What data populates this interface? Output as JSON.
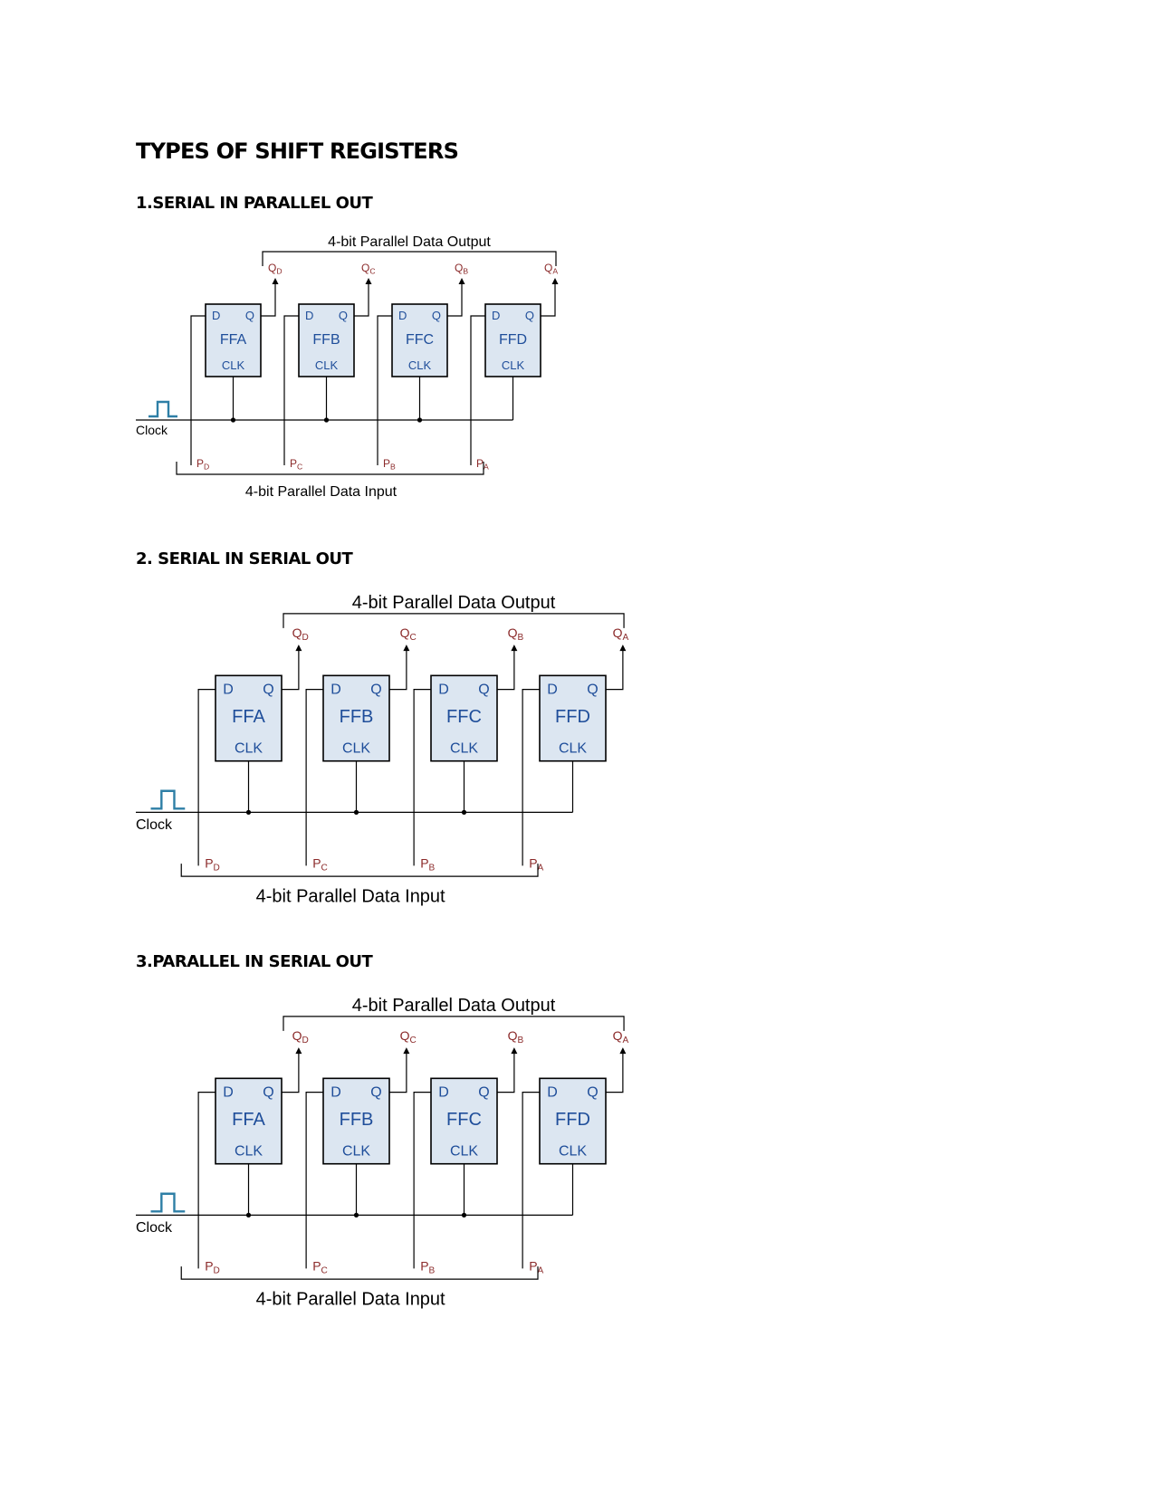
{
  "document": {
    "title": "TYPES OF SHIFT REGISTERS"
  },
  "diagram_labels": {
    "output_bus": "4-bit Parallel Data Output",
    "input_bus": "4-bit Parallel Data Input",
    "clock": "Clock",
    "flipflop_d": "D",
    "flipflop_q": "Q",
    "flipflop_clk": "CLK",
    "flipflops": [
      "FFA",
      "FFB",
      "FFC",
      "FFD"
    ],
    "outputs": [
      {
        "base": "Q",
        "sub": "D"
      },
      {
        "base": "Q",
        "sub": "C"
      },
      {
        "base": "Q",
        "sub": "B"
      },
      {
        "base": "Q",
        "sub": "A"
      }
    ],
    "inputs": [
      {
        "base": "P",
        "sub": "D"
      },
      {
        "base": "P",
        "sub": "C"
      },
      {
        "base": "P",
        "sub": "B"
      },
      {
        "base": "P",
        "sub": "A"
      }
    ]
  },
  "sections": [
    {
      "heading": "1.SERIAL IN PARALLEL OUT"
    },
    {
      "heading": "2. SERIAL IN SERIAL OUT"
    },
    {
      "heading": "3.PARALLEL IN SERIAL OUT"
    }
  ],
  "colors": {
    "flipflop_fill": "#dce6f1",
    "flipflop_text": "#1f4e9a",
    "signal_text": "#8b2a2a",
    "clock_pulse": "#2e7fa6"
  }
}
